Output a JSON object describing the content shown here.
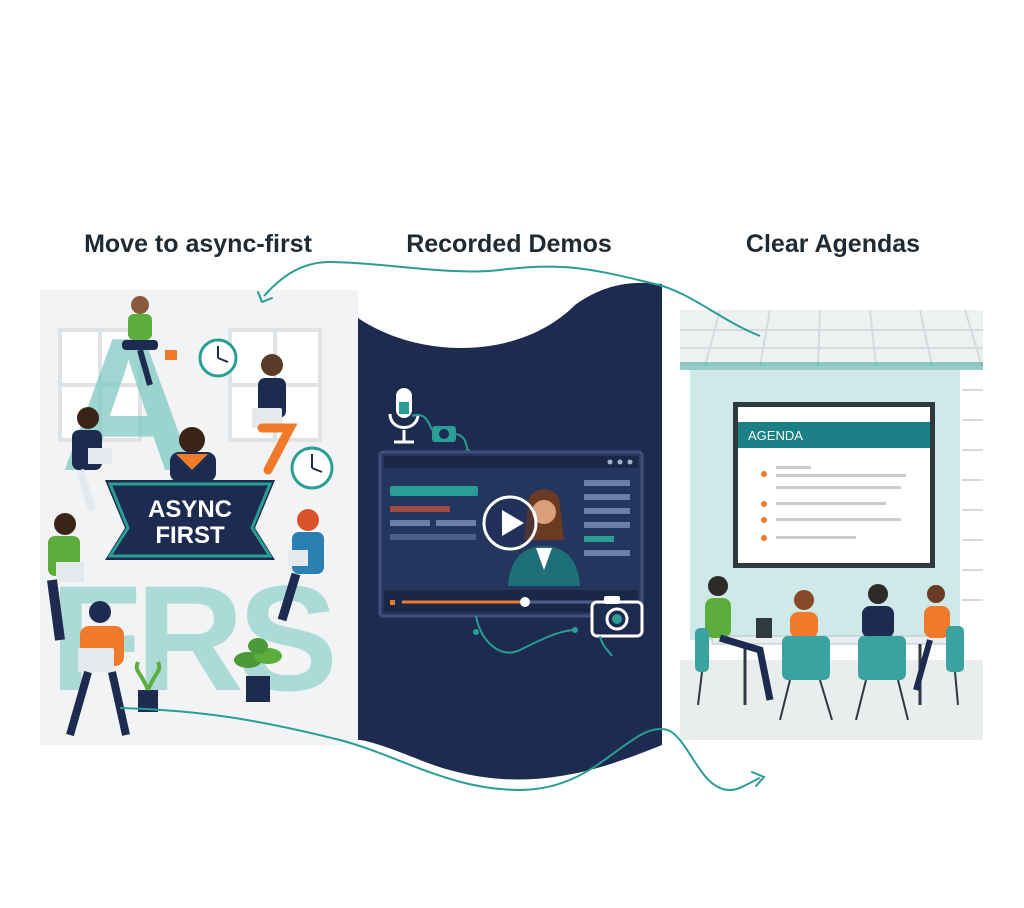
{
  "panels": [
    {
      "title": "Move to async-first",
      "banner_line1": "ASYNC",
      "banner_line2": "FIRST",
      "background_letters": "FRS"
    },
    {
      "title": "Recorded Demos"
    },
    {
      "title": "Clear Agendas",
      "screen_heading": "AGENDA"
    }
  ],
  "colors": {
    "navy": "#1c2b4f",
    "teal": "#2a9d95",
    "light_teal": "#bfe3e1",
    "orange": "#f07a2a",
    "green": "#5cae3c",
    "room_wall": "#cfe9e8",
    "text_dark": "#1f2a33"
  },
  "icons": [
    "microphone-icon",
    "webcam-icon",
    "camera-icon",
    "play-icon",
    "clock-icon",
    "laptop-icon",
    "plant-icon"
  ]
}
